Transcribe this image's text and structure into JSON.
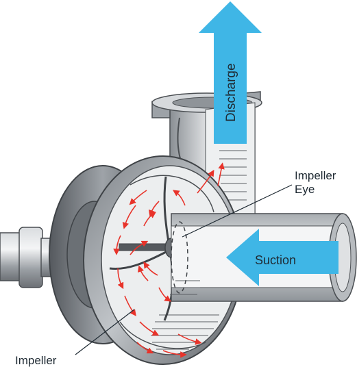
{
  "labels": {
    "discharge": "Discharge",
    "suction": "Suction",
    "impeller_eye_line1": "Impeller",
    "impeller_eye_line2": "Eye",
    "impeller": "Impeller"
  },
  "colors": {
    "flow_arrow": "#3fb6e6",
    "flow_arrow_dark": "#2a9fcf",
    "recirculation_arrows": "#e8332a",
    "casing_dark": "#5a5e63",
    "casing_mid": "#8d9297",
    "casing_light": "#c9cdd1",
    "interior": "#f1f2f3"
  }
}
